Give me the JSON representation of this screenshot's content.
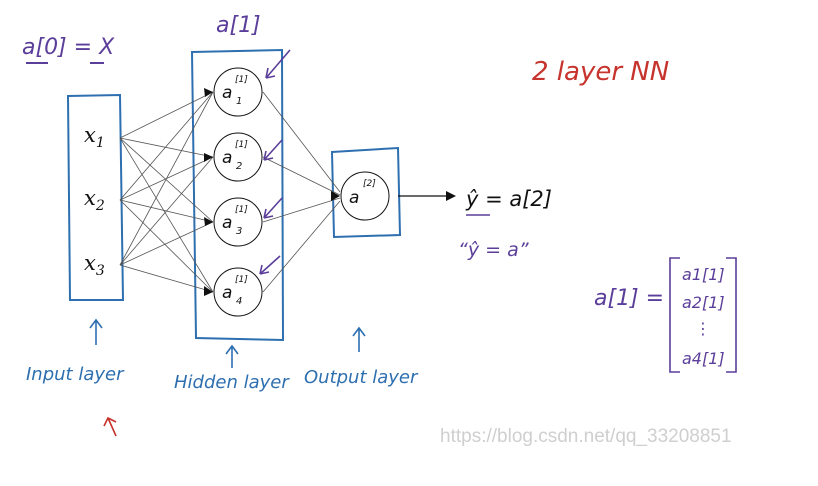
{
  "title": "2 layer NN",
  "colors": {
    "blue": "#2e6fb0",
    "red": "#c7332d",
    "purple": "#5b3e9a",
    "black": "#111111",
    "watermark": "#cfcfcf"
  },
  "notes": {
    "a0": "a[0] = X",
    "hidden_activation": "a[1]",
    "layer_count": "2 layer NN",
    "output_eq": "ŷ = a[2]",
    "quote_eq": "“ŷ = a”",
    "vector_eq": "a[1] ="
  },
  "inputs": [
    {
      "label": "x1"
    },
    {
      "label": "x2"
    },
    {
      "label": "x3"
    }
  ],
  "hidden": [
    {
      "label": "a1[1]"
    },
    {
      "label": "a2[1]"
    },
    {
      "label": "a3[1]"
    },
    {
      "label": "a4[1]"
    }
  ],
  "output": {
    "label": "a[2]"
  },
  "layers": {
    "input": "Input layer",
    "hidden": "Hidden layer",
    "output": "Output layer"
  },
  "vector": [
    "a1[1]",
    "a2[1]",
    "⋮",
    "a4[1]"
  ],
  "watermark": "https://blog.csdn.net/qq_33208851"
}
